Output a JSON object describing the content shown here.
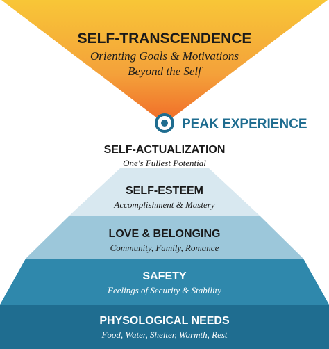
{
  "top": {
    "title": "SELF-TRANSCENDENCE",
    "subtitle_line1": "Orienting Goals & Motivations",
    "subtitle_line2": "Beyond the Self"
  },
  "peak": {
    "label": "PEAK EXPERIENCE"
  },
  "levels": [
    {
      "title": "SELF-ACTUALIZATION",
      "subtitle": "One's Fullest Potential"
    },
    {
      "title": "SELF-ESTEEM",
      "subtitle": "Accomplishment & Mastery"
    },
    {
      "title": "LOVE & BELONGING",
      "subtitle": "Community, Family, Romance"
    },
    {
      "title": "SAFETY",
      "subtitle": "Feelings of Security & Stability"
    },
    {
      "title": "PHYSOLOGICAL NEEDS",
      "subtitle": "Food, Water, Shelter, Warmth, Rest"
    }
  ],
  "colors": {
    "gradient_top": "#f8c637",
    "gradient_mid": "#f4a13a",
    "gradient_bottom": "#f06a28",
    "level_1": "#ffffff",
    "level_2": "#d8e8f0",
    "level_3": "#9cc7da",
    "level_4": "#2f88ac",
    "level_5": "#1f6d90",
    "peak_ring": "#1f6d90",
    "title_dark": "#1a1a1a",
    "title_light": "#ffffff"
  }
}
